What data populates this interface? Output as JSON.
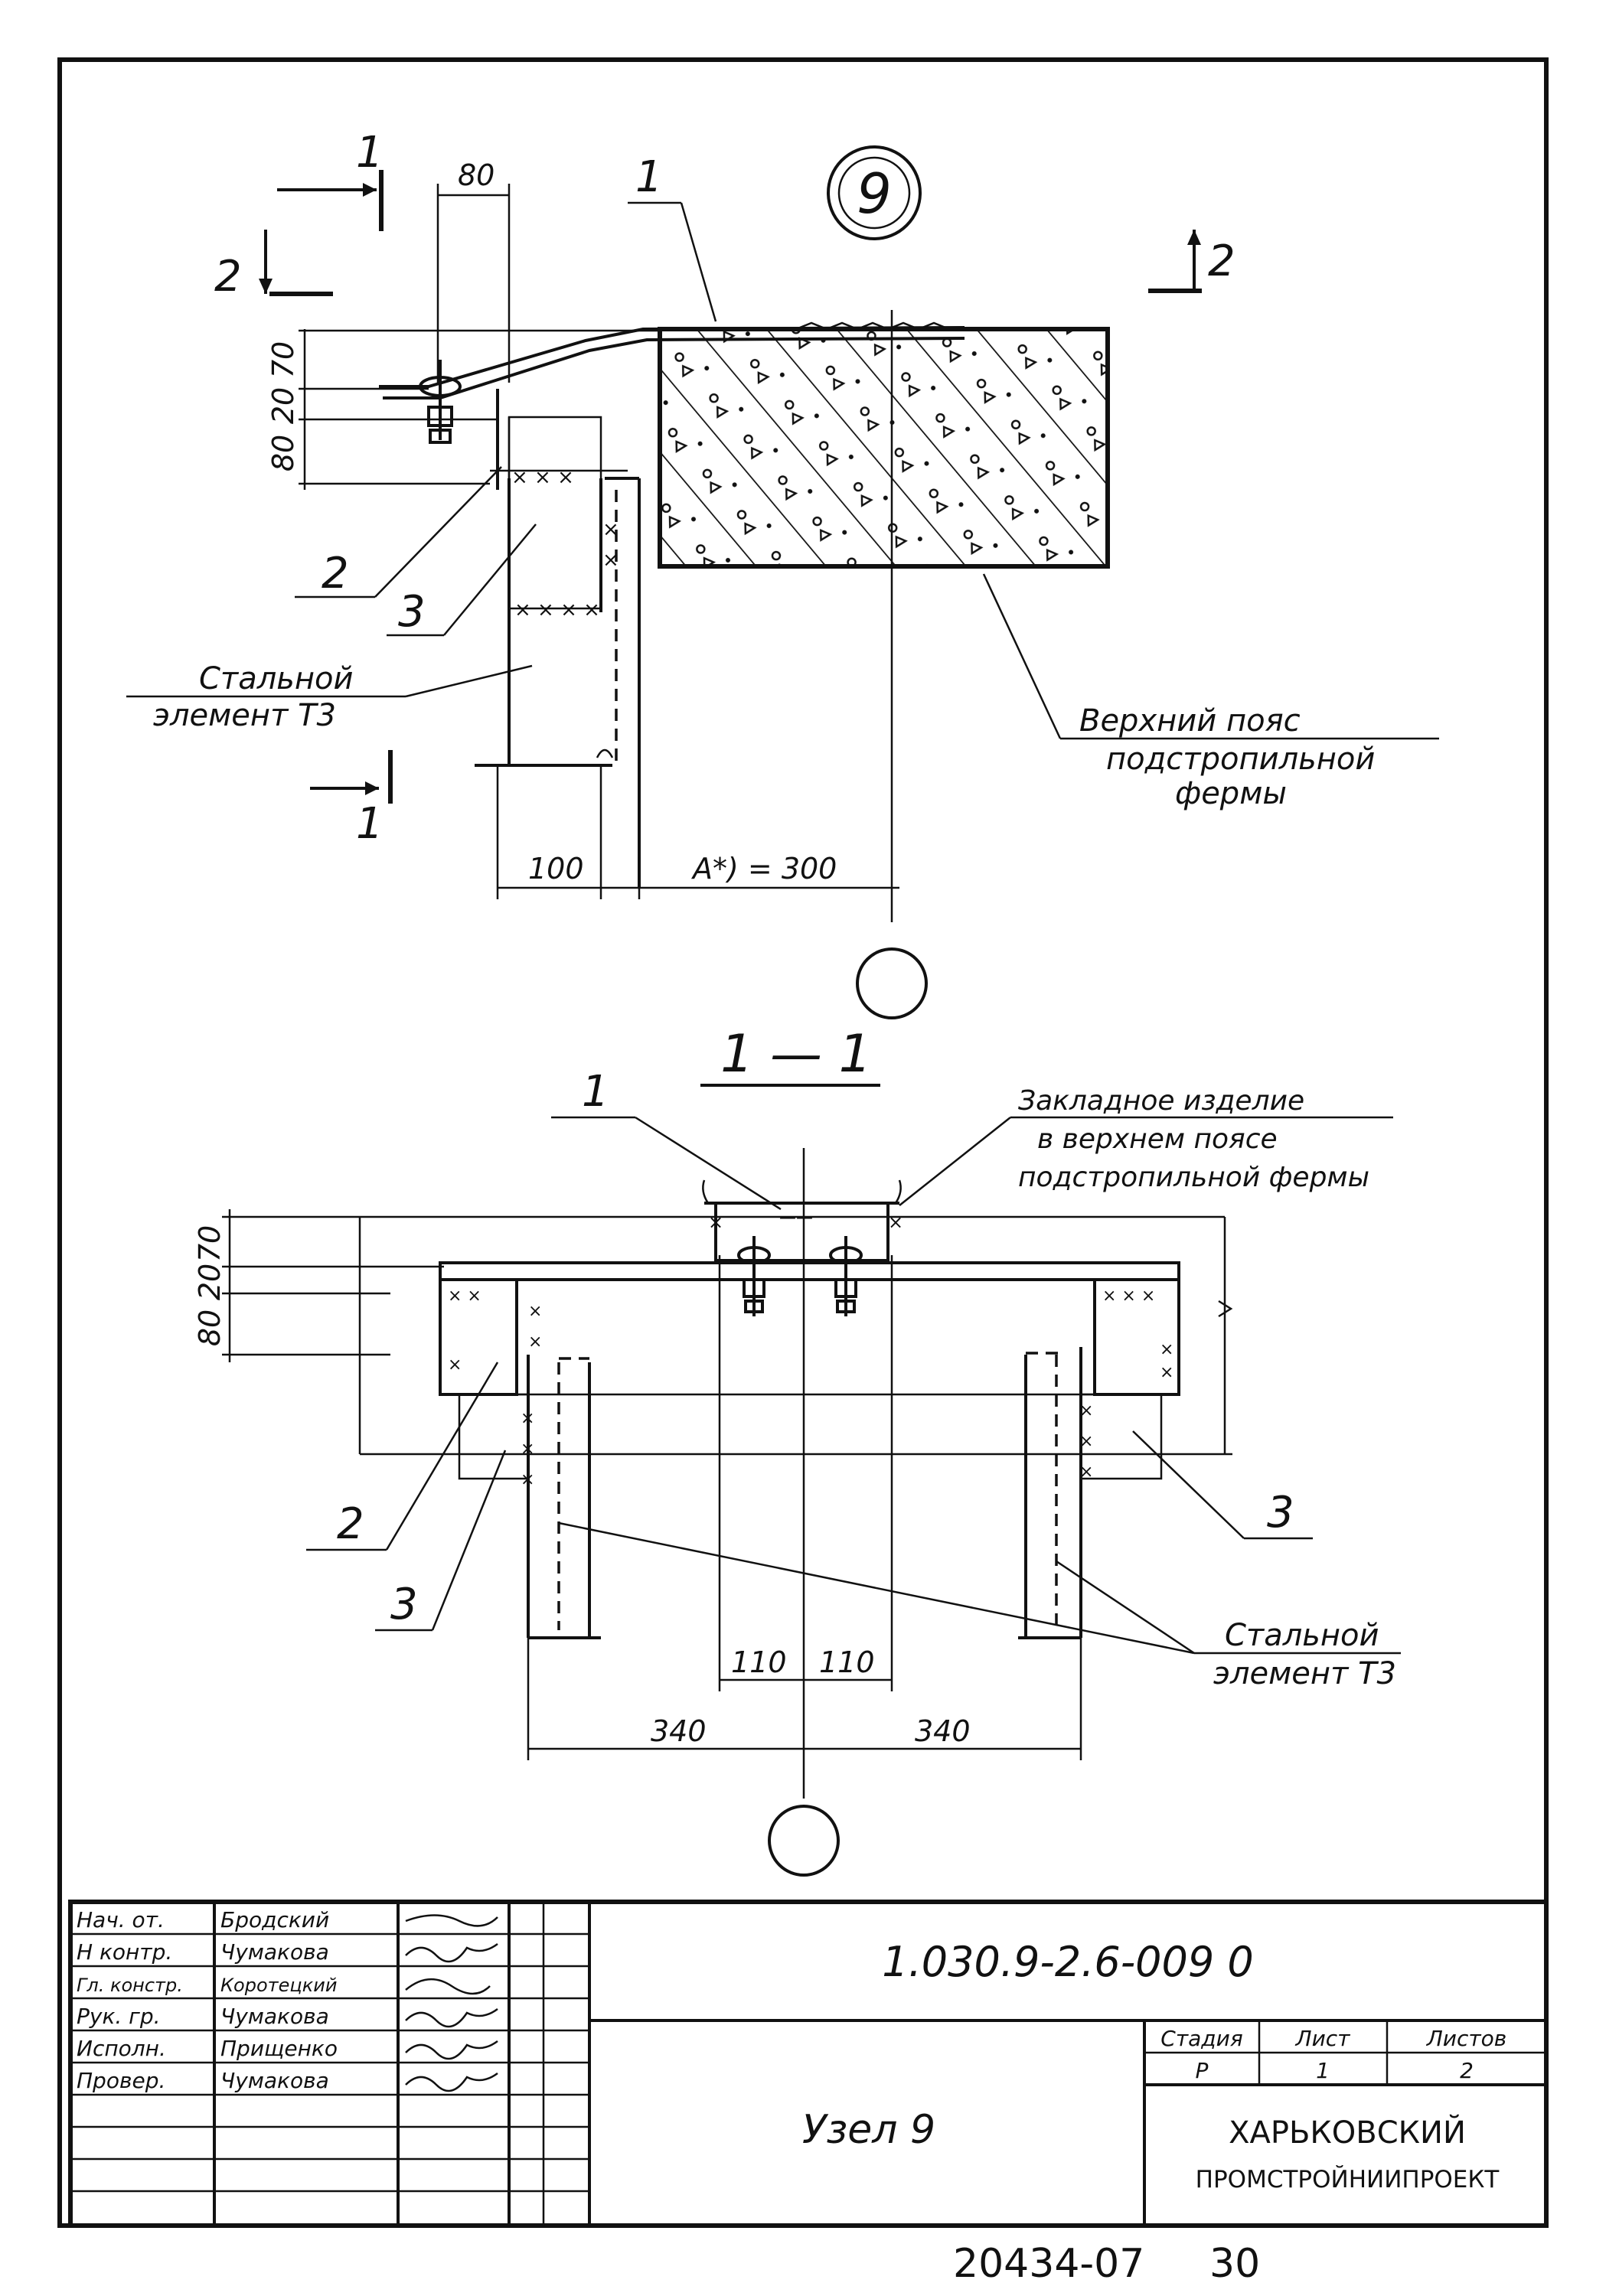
{
  "node": {
    "number": "9"
  },
  "upper_view": {
    "section_mark_1_top": "1",
    "section_mark_1_bottom": "1",
    "section_mark_2_left": "2",
    "section_mark_2_right": "2",
    "dim_80_top": "80",
    "dim_70": "70",
    "dim_20": "20",
    "dim_80_left": "80",
    "dim_100": "100",
    "dim_a": "A*) = 300",
    "callout_1": "1",
    "callout_2": "2",
    "callout_3": "3",
    "steel_element_line1": "Стальной",
    "steel_element_line2": "элемент Т3",
    "truss_line1": "Верхний пояс",
    "truss_line2": "подстропильной",
    "truss_line3": "фермы"
  },
  "section_view": {
    "title": "1 — 1",
    "callout_1": "1",
    "callout_2": "2",
    "callout_3_left": "3",
    "callout_3_right": "3",
    "embedded_line1": "Закладное изделие",
    "embedded_line2": "в верхнем поясе",
    "embedded_line3": "подстропильной фермы",
    "dim_70": "70",
    "dim_20": "20",
    "dim_80": "80",
    "dim_110_left": "110",
    "dim_110_right": "110",
    "dim_340_left": "340",
    "dim_340_right": "340",
    "steel_element_line1": "Стальной",
    "steel_element_line2": "элемент Т3"
  },
  "title_block": {
    "roles": [
      {
        "role": "Нач. от.",
        "name": "Бродский"
      },
      {
        "role": "Н контр.",
        "name": "Чумакова"
      },
      {
        "role": "Гл. констр.",
        "name": "Коротецкий"
      },
      {
        "role": "Рук. гр.",
        "name": "Чумакова"
      },
      {
        "role": "Исполн.",
        "name": "Прищенко"
      },
      {
        "role": "Провер.",
        "name": "Чумакова"
      }
    ],
    "designation": "1.030.9-2.6-009 0",
    "sheet_title": "Узел 9",
    "stage_header": "Стадия",
    "sheet_header": "Лист",
    "sheets_header": "Листов",
    "stage_value": "Р",
    "sheet_value": "1",
    "sheets_value": "2",
    "org_line1": "ХАРЬКОВСКИЙ",
    "org_line2": "ПРОМСТРОЙНИИПРОЕКТ"
  },
  "footer": {
    "archive_number": "20434-07",
    "page_number": "30"
  }
}
